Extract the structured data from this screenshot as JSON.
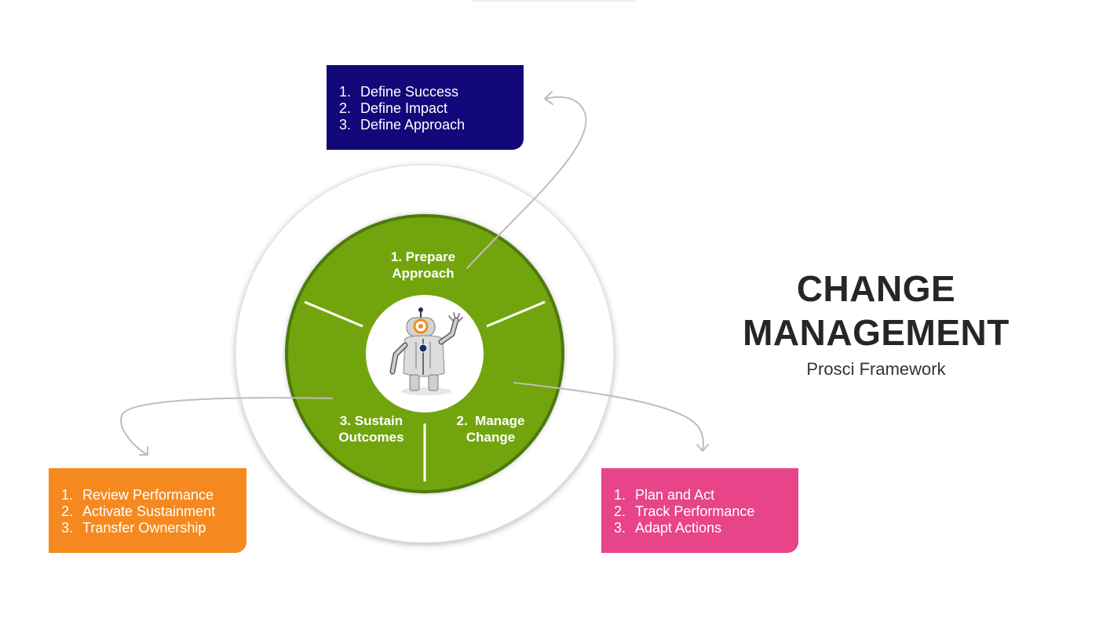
{
  "title": {
    "line1": "CHANGE",
    "line2": "MANAGEMENT",
    "subtitle": "Prosci Framework"
  },
  "phases": {
    "prepare": {
      "label_line1": "1. Prepare",
      "label_line2": "Approach",
      "color": "#12087a",
      "steps": [
        {
          "num": "1.",
          "text": "Define Success"
        },
        {
          "num": "2.",
          "text": "Define Impact"
        },
        {
          "num": "3.",
          "text": "Define Approach"
        }
      ]
    },
    "manage": {
      "label_line1": "2.  Manage",
      "label_line2": "Change",
      "color": "#e8448a",
      "steps": [
        {
          "num": "1.",
          "text": "Plan and Act"
        },
        {
          "num": "2.",
          "text": "Track Performance"
        },
        {
          "num": "3.",
          "text": "Adapt Actions"
        }
      ]
    },
    "sustain": {
      "label_line1": "3. Sustain",
      "label_line2": "Outcomes",
      "color": "#f5891f",
      "steps": [
        {
          "num": "1.",
          "text": "Review Performance"
        },
        {
          "num": "2.",
          "text": "Activate Sustainment"
        },
        {
          "num": "3.",
          "text": "Transfer Ownership"
        }
      ]
    }
  },
  "colors": {
    "ring_green": "#72a50a",
    "ring_border": "#4e7a08",
    "arrow_gray": "#bdbdbd",
    "title_text": "#262626"
  },
  "icons": {
    "center": "robot-mascot-icon"
  }
}
